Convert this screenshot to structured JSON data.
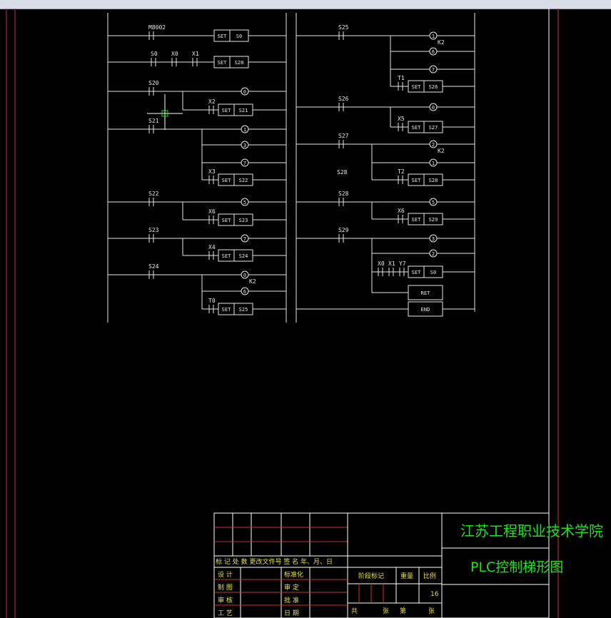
{
  "title_block": {
    "school_name": "江苏工程职业技术学院",
    "drawing_name": "PLC控制梯形图",
    "revision_header": "标 记  处 数  更改文件号  签  名  年、月、日",
    "left_labels": [
      "设  计",
      "制  图",
      "审  核",
      "工  艺"
    ],
    "mid_labels": [
      "标准化",
      "审  定",
      "批  准",
      "日  期"
    ],
    "stage_mark": "阶段标记",
    "weight": "重量",
    "scale": "比例",
    "scale_value": "16",
    "sheet_total": "共",
    "sheet_unit": "张",
    "sheet_no": "第",
    "sheet_unit2": "张"
  },
  "ladder": {
    "left": [
      {
        "contacts": [
          {
            "label": "M8002"
          }
        ],
        "coil": {
          "op": "SET",
          "arg": "S0"
        }
      },
      {
        "contacts": [
          {
            "label": "S0"
          },
          {
            "label": "X0"
          },
          {
            "label": "X1"
          }
        ],
        "coil": {
          "op": "SET",
          "arg": "S20"
        }
      },
      {
        "contacts": [
          {
            "label": "S20"
          }
        ],
        "outputs": [
          "Y0"
        ],
        "branch": {
          "contact": "X2",
          "op": "SET",
          "arg": "S21"
        }
      },
      {
        "contacts": [
          {
            "label": "S21"
          }
        ],
        "outputs": [
          "Y1",
          "Y3",
          "Y7"
        ],
        "branch": {
          "contact": "X3",
          "op": "SET",
          "arg": "S22"
        }
      },
      {
        "contacts": [
          {
            "label": "S22"
          }
        ],
        "outputs": [
          "Y5"
        ],
        "branch": {
          "contact": "X6",
          "op": "SET",
          "arg": "S23"
        }
      },
      {
        "contacts": [
          {
            "label": "S23"
          }
        ],
        "outputs": [
          "Y7"
        ],
        "branch": {
          "contact": "X4",
          "op": "SET",
          "arg": "S24"
        }
      },
      {
        "contacts": [
          {
            "label": "S24"
          }
        ],
        "outputs": [
          "Y0",
          "Y6"
        ],
        "k": "K2",
        "branch": {
          "contact": "T0",
          "op": "SET",
          "arg": "S25"
        }
      }
    ],
    "right": [
      {
        "contacts": [
          {
            "label": "S25"
          }
        ],
        "outputs": [
          "T1",
          "Y6",
          "Y7"
        ],
        "k": "K2",
        "branch": {
          "contact": "T1",
          "op": "SET",
          "arg": "S26"
        }
      },
      {
        "contacts": [
          {
            "label": "S26"
          }
        ],
        "outputs": [
          "Y0"
        ],
        "branch": {
          "contact": "X5",
          "op": "SET",
          "arg": "S27"
        }
      },
      {
        "contacts": [
          {
            "label": "S27"
          }
        ],
        "outputs": [
          "T2",
          "Y1"
        ],
        "k": "K2",
        "branch": {
          "contact": "T2",
          "op": "SET",
          "arg": "S28"
        }
      },
      {
        "contacts": [
          {
            "label": "S28"
          }
        ],
        "outputs": [
          "Y5"
        ],
        "branch": {
          "contact": "X6",
          "op": "SET",
          "arg": "S29"
        }
      },
      {
        "contacts": [
          {
            "label": "S29"
          }
        ],
        "outputs": [
          "Y3",
          "Y2"
        ],
        "extra_contacts": [
          "X0",
          "X1",
          "Y7"
        ],
        "final": {
          "op": "SET",
          "arg": "S0"
        },
        "ret": "RET"
      },
      {
        "end": "END"
      }
    ],
    "stray_label": "S28"
  }
}
